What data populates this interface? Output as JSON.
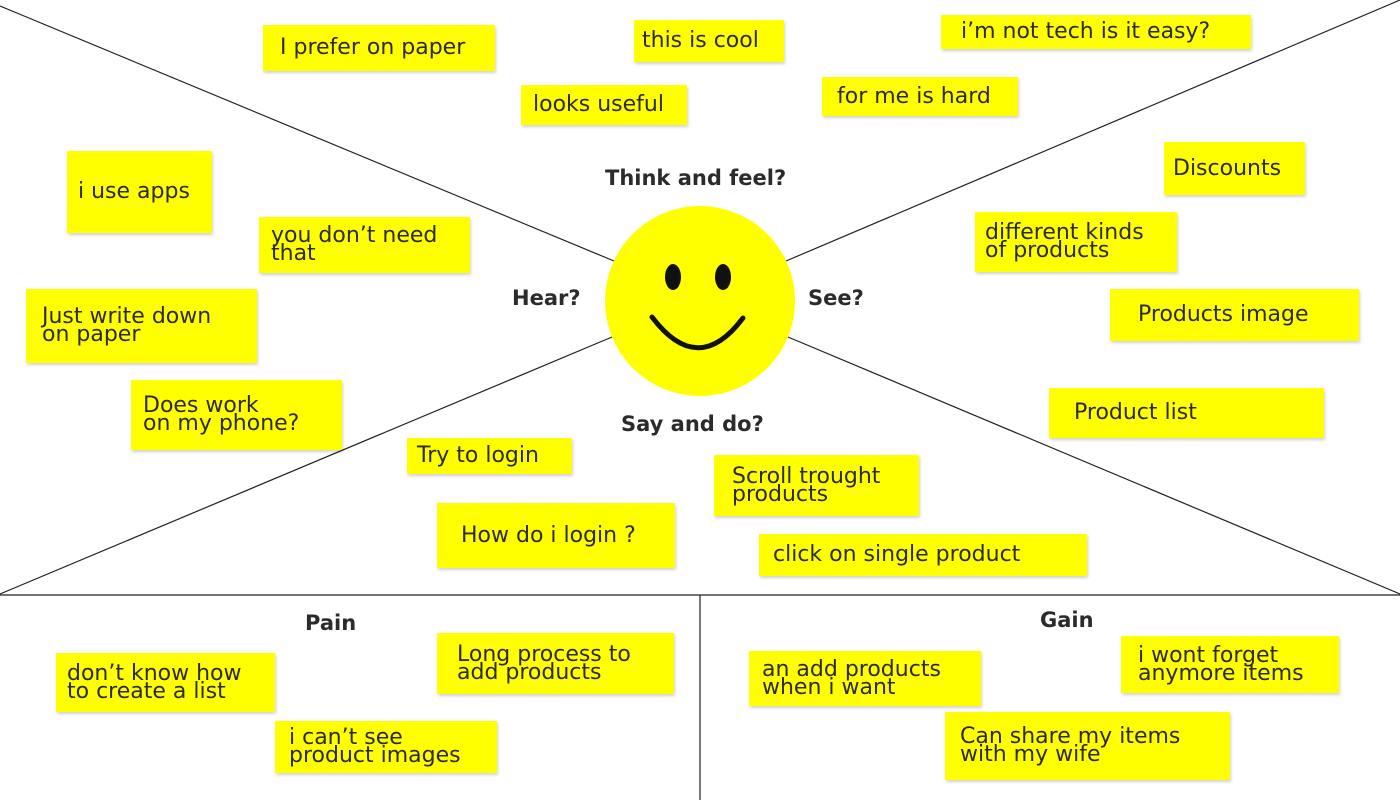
{
  "map": {
    "think_feel": "Think and feel?",
    "hear": "Hear?",
    "see": "See?",
    "say_do": "Say and do?"
  },
  "sections": {
    "pain": "Pain",
    "gain": "Gain"
  },
  "think_feel_notes": [
    "I prefer on paper",
    "this is cool",
    "i’m not tech is it easy?",
    "looks useful",
    "for me is hard"
  ],
  "hear_notes": [
    "i use apps",
    "you don’t need\nthat",
    "Just write down\non paper",
    "Does work\non my phone?"
  ],
  "see_notes": [
    "Discounts",
    "different kinds\nof products",
    "Products image",
    "Product list"
  ],
  "say_do_notes": [
    "Try to login",
    "How do i login ?",
    "Scroll trought\nproducts",
    "click on single product"
  ],
  "pain_notes": [
    "don’t know how\nto create a list",
    "Long process to\nadd products",
    "i can’t see\nproduct images"
  ],
  "gain_notes": [
    "an add products\nwhen i want",
    "i wont forget\nanymore items",
    "Can share my items\nwith my wife"
  ],
  "colors": {
    "note": "#ffff00",
    "face": "#ffff00",
    "ink": "#2b2b2b"
  }
}
